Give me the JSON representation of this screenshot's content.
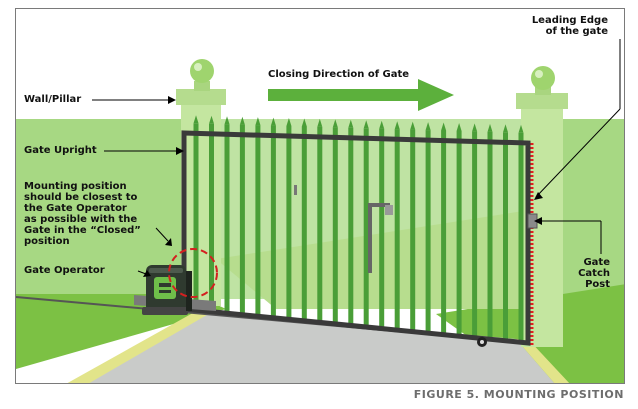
{
  "labels": {
    "leading_edge": "Leading Edge\nof the gate",
    "closing_direction": "Closing Direction of Gate",
    "wall_pillar": "Wall/Pillar",
    "gate_upright": "Gate Upright",
    "mounting_position": "Mounting position\nshould be closest to\nthe Gate Operator\nas possible with the\nGate in the “Closed”\nposition",
    "gate_operator": "Gate Operator",
    "gate_catch_post": "Gate\nCatch\nPost"
  },
  "caption": "FIGURE 5. MOUNTING POSITION",
  "colors": {
    "pillar": "#c4e6a0",
    "wall": "#a7d883",
    "grass": "#7cc144",
    "road": "#c9cbc9",
    "curb": "#e2e48a",
    "gate_frame": "#3a3a3a",
    "bars": "#4a9e38",
    "arrow": "#5cb03c",
    "leading_edge_marker": "#e02020",
    "mounting_circle": "#d42020"
  }
}
